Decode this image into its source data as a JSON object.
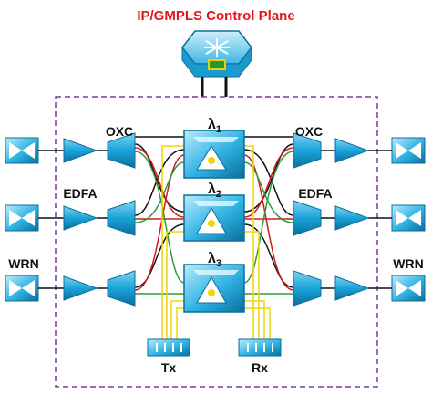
{
  "title": "IP/GMPLS Control Plane",
  "labels": {
    "oxc_left": "OXC",
    "oxc_right": "OXC",
    "edfa_left": "EDFA",
    "edfa_right": "EDFA",
    "wrn_left": "WRN",
    "wrn_right": "WRN",
    "tx": "Tx",
    "rx": "Rx"
  },
  "lambdas": [
    {
      "symbol": "λ",
      "sub": "1"
    },
    {
      "symbol": "λ",
      "sub": "2"
    },
    {
      "symbol": "λ",
      "sub": "3"
    }
  ],
  "colors": {
    "title_red": "#e8141b",
    "device_blue": "#1aa3d9",
    "device_dark": "#0b6f9c",
    "boundary_purple": "#7a3d96",
    "fiber_black": "#111111",
    "fiber_red": "#d11b1b",
    "fiber_green": "#2f9a3a",
    "fiber_yellow": "#f3d500"
  },
  "icons": [
    "router-icon",
    "switch-icon",
    "amplifier-icon",
    "multiplexer-icon",
    "wavelength-switch-icon",
    "transceiver-icon"
  ]
}
